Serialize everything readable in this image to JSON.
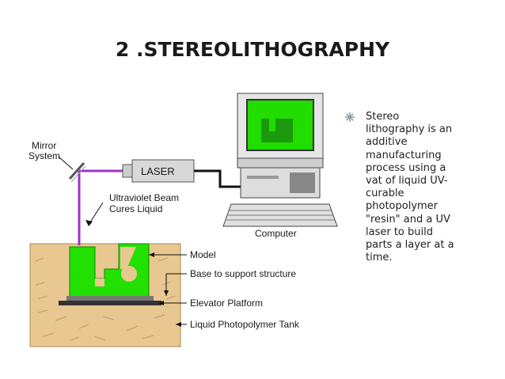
{
  "slide": {
    "title": "2 .STEREOLITHOGRAPHY",
    "bullet": "Stereo lithography is an additive manufacturing process using a vat of liquid UV-curable photopolymer \"resin\" and a UV laser to build parts a layer at a time."
  },
  "diagram": {
    "labels": {
      "mirror_line1": "Mirror",
      "mirror_line2": "System",
      "laser": "LASER",
      "beam_line1": "Ultraviolet Beam",
      "beam_line2": "Cures Liquid",
      "computer": "Computer",
      "model": "Model",
      "base": "Base to support structure",
      "platform": "Elevator Platform",
      "tank": "Liquid Photopolymer Tank"
    },
    "colors": {
      "beam": "#9a33cc",
      "model": "#22e000",
      "tank": "#e8c890",
      "screen": "#22dd00"
    }
  }
}
